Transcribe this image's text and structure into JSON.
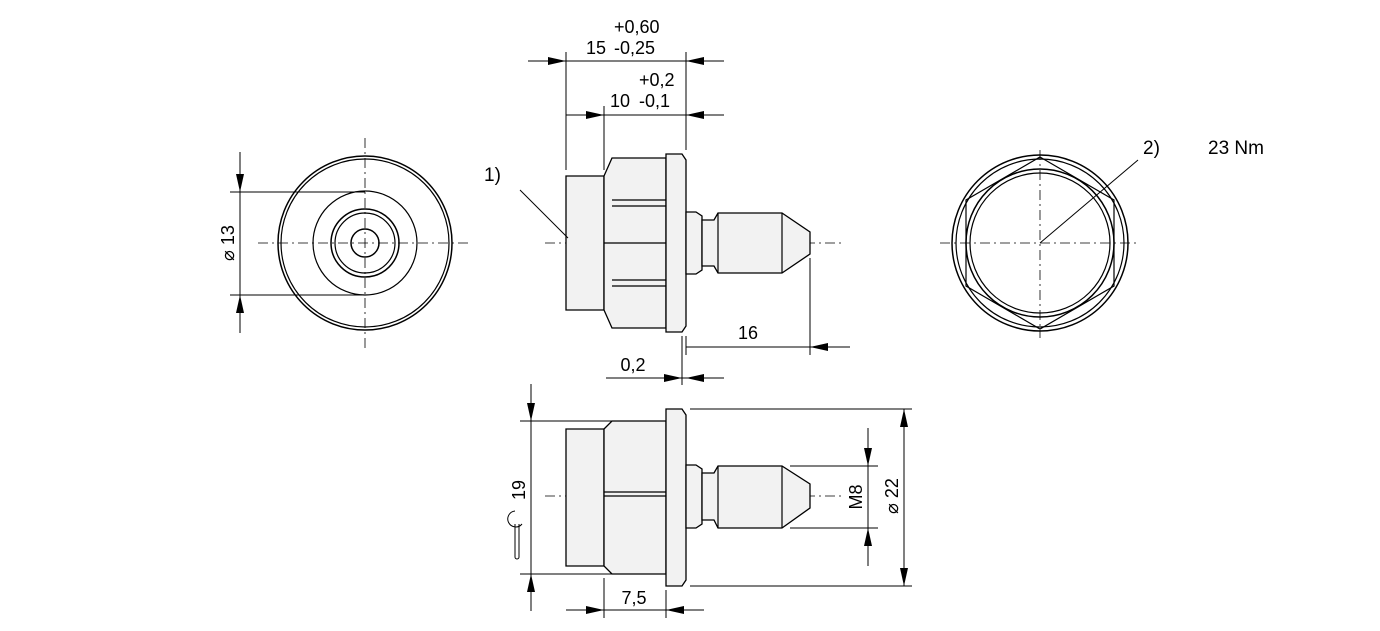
{
  "callouts": {
    "one": "1)",
    "two": "2)",
    "torque": "23 Nm"
  },
  "dims": {
    "overall_nominal": "15",
    "overall_upper": "+0,60",
    "overall_lower": "-0,25",
    "head_nominal": "10",
    "head_upper": "+0,2",
    "head_lower": "-0,1",
    "pin_length": "16",
    "flange_gap": "0,2",
    "front_diameter": "13",
    "across_flats": "19",
    "flange_diameter": "22",
    "thread": "M8",
    "hex_length": "7,5"
  },
  "symbols": {
    "diameter": "⌀",
    "wrench": "wrench-symbol"
  }
}
